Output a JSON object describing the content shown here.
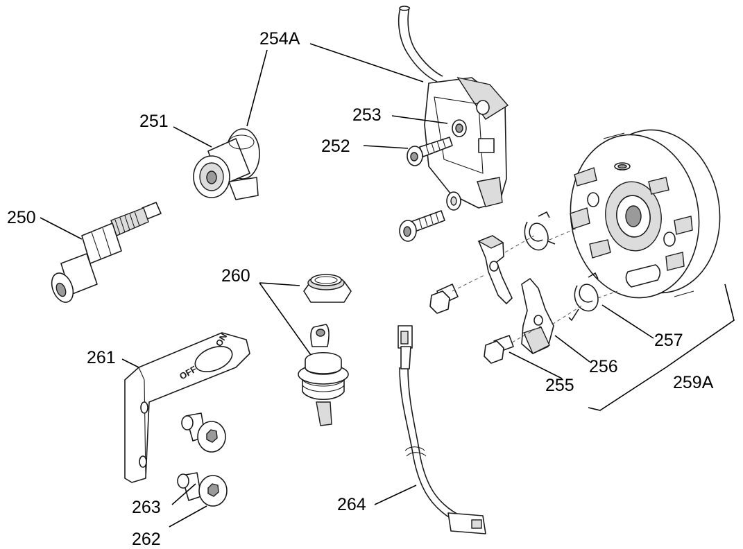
{
  "callouts": {
    "c250": "250",
    "c251": "251",
    "c252": "252",
    "c253": "253",
    "c254a": "254A",
    "c255": "255",
    "c256": "256",
    "c257": "257",
    "c259a": "259A",
    "c260": "260",
    "c261": "261",
    "c262": "262",
    "c263": "263",
    "c264": "264"
  },
  "switch_plate": {
    "on_label": "ON",
    "off_label": "OFF"
  }
}
